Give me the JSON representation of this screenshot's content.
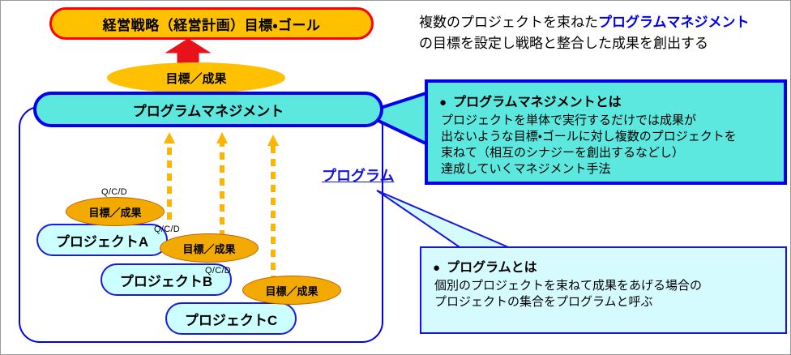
{
  "diagram": {
    "strategy": {
      "label": "経営戦略（経営計画）目標・ゴール"
    },
    "program_management": {
      "label": "プログラムマネジメント",
      "goal_label": "目標／成果"
    },
    "program_container_label": "プログラム",
    "projects": [
      {
        "name": "プロジェクトA",
        "goal_label": "目標／成果",
        "qcd_label": "Q/C/D"
      },
      {
        "name": "プロジェクトB",
        "goal_label": "目標／成果",
        "qcd_label": "Q/C/D"
      },
      {
        "name": "プロジェクトC",
        "goal_label": "目標／成果",
        "qcd_label": "Q/C/D"
      }
    ]
  },
  "headline": {
    "line1_pre": "複数のプロジェクトを束ねた",
    "line1_accent": "プログラムマネジメント",
    "line2": "の目標を設定し戦略と整合した成果を創出する"
  },
  "callouts": [
    {
      "bullet": "●",
      "title": "プログラムマネジメントとは",
      "lines": [
        "プロジェクトを単体で実行するだけでは成果が",
        "出ないような目標・ゴールに対し複数のプロジェクトを",
        "束ねて（相互のシナジーを創出するなどし）",
        "達成していくマネジメント手法"
      ]
    },
    {
      "bullet": "●",
      "title": "プログラムとは",
      "lines": [
        "個別のプロジェクトを束ねて成果をあげる場合の",
        "プロジェクトの集合をプログラムと呼ぶ"
      ]
    }
  ],
  "colors": {
    "orange_fill": "#FFC000",
    "orange_goal": "#F2A900",
    "red_border": "#FF0000",
    "blue_border": "#0000EE",
    "turquoise": "#5CE8DE",
    "light_cyan": "#CCFFFF",
    "pale_cyan": "#D5FBFF",
    "accent_blue": "#1414E6"
  }
}
